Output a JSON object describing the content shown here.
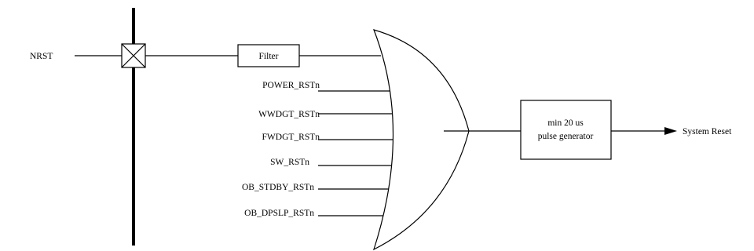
{
  "diagram": {
    "input_label": "NRST",
    "filter_label": "Filter",
    "reset_sources": [
      "POWER_RSTn",
      "WWDGT_RSTn",
      "FWDGT_RSTn",
      "SW_RSTn",
      "OB_STDBY_RSTn",
      "OB_DPSLP_RSTn"
    ],
    "pulse_generator": {
      "line1": "min 20 us",
      "line2": "pulse generator"
    },
    "output_label": "System Reset"
  }
}
